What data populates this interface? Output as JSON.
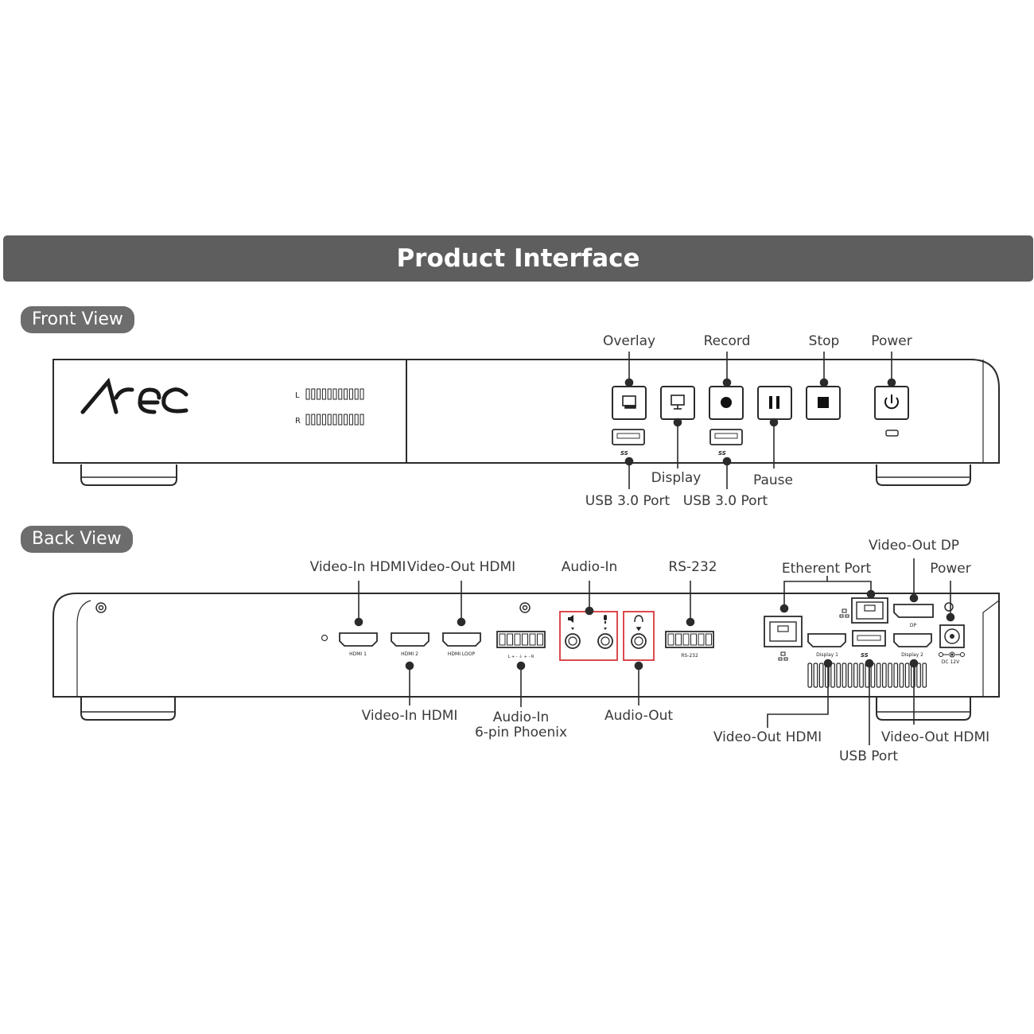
{
  "title": "Product Interface",
  "front": {
    "section_label": "Front View",
    "brand": "Arec",
    "meter_left": "L",
    "meter_right": "R",
    "usb_logo": "SS",
    "labels": {
      "overlay": "Overlay",
      "record": "Record",
      "stop": "Stop",
      "power": "Power",
      "display": "Display",
      "pause": "Pause",
      "usb1": "USB 3.0 Port",
      "usb2": "USB 3.0 Port"
    }
  },
  "back": {
    "section_label": "Back View",
    "labels": {
      "video_in_hdmi_top": "Video-In HDMI",
      "video_out_hdmi_top": "Video-Out HDMI",
      "audio_in": "Audio-In",
      "rs232": "RS-232",
      "ethernet": "Etherent Port",
      "video_out_dp": "Video-Out DP",
      "power": "Power",
      "video_in_hdmi_bottom": "Video-In HDMI",
      "audio_in_phoenix_1": "Audio-In",
      "audio_in_phoenix_2": "6-pin Phoenix",
      "audio_out": "Audio-Out",
      "video_out_hdmi_left": "Video-Out HDMI",
      "usb_port": "USB Port",
      "video_out_hdmi_right": "Video-Out HDMI"
    },
    "port_text": {
      "hdmi1": "HDMI 1",
      "hdmi2": "HDMI 2",
      "hdmi_loop": "HDMI LOOP",
      "rs232": "RS-232",
      "display1": "Display 1",
      "display2": "Display 2",
      "dp": "DP",
      "dc": "DC 12V",
      "usb_logo": "SS",
      "phoenix_pins": "L + - ⏚ + - R"
    }
  },
  "colors": {
    "banner": "#5e5e5e",
    "pill": "#6d6d6d",
    "highlight": "#d9353a",
    "line": "#2b2b2b"
  }
}
